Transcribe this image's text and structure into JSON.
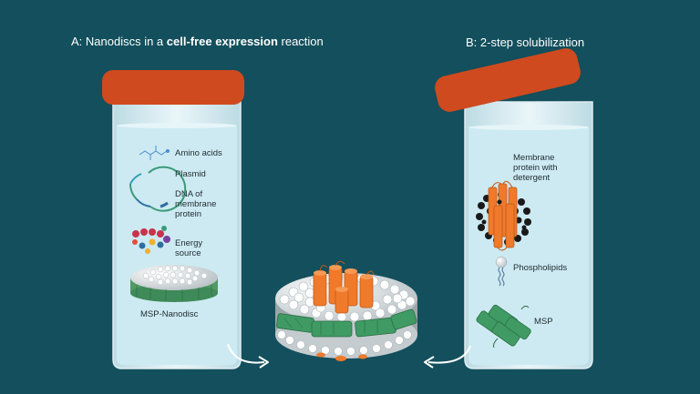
{
  "panel_a": {
    "title_prefix": "A: Nanodiscs in a ",
    "title_bold": "cell-free expression",
    "title_suffix": " reaction",
    "labels": {
      "amino_acids": "Amino acids",
      "plasmid": "Plasmid",
      "dna": "DNA of membrane protein",
      "energy": "Energy source",
      "msp_nanodisc": "MSP-Nanodisc"
    }
  },
  "panel_b": {
    "title": "B: 2-step solubilization",
    "labels": {
      "membrane_protein": "Membrane protein with detergent",
      "phospholipids": "Phospholipids",
      "msp": "MSP"
    }
  },
  "colors": {
    "background": "#134f5c",
    "cap": "#cf4a1f",
    "liquid": "#cdeaf2",
    "protein": "#ef7a2b",
    "msp_belt": "#3f9a63"
  }
}
